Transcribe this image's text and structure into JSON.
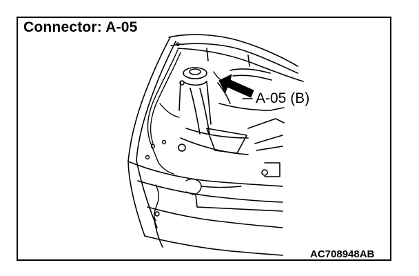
{
  "title": "Connector: A-05",
  "callout_label": "A-05 (B)",
  "figure_id": "AC708948AB",
  "colors": {
    "line": "#000000",
    "background": "#ffffff"
  },
  "icons": {
    "pointer": "arrow-icon"
  }
}
